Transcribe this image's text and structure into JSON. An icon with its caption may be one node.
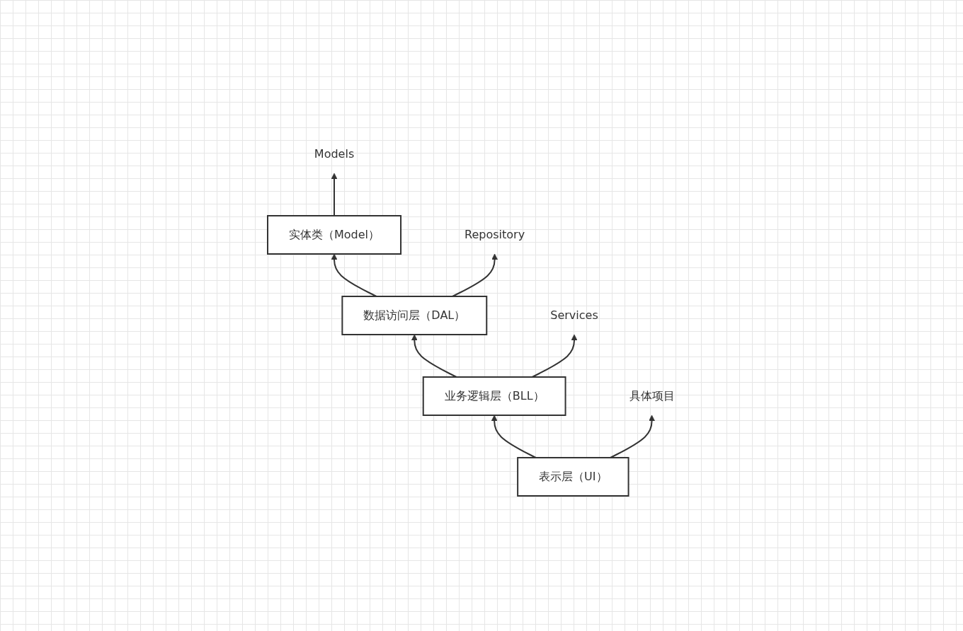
{
  "diagram": {
    "nodes": [
      {
        "text": [
          "实体类（Model）"
        ]
      },
      {
        "text": [
          "Models"
        ]
      },
      {
        "text": [
          "数据访问层（DAL）"
        ]
      },
      {
        "text": [
          "Repository"
        ]
      },
      {
        "text": [
          "业务逻辑层（BLL）"
        ]
      },
      {
        "text": [
          "Services"
        ]
      },
      {
        "text": [
          "表示层（UI）"
        ]
      },
      {
        "text": [
          "具体项目"
        ]
      }
    ],
    "edges": [
      {
        "from": 0,
        "to": 1,
        "arrow": "to"
      },
      {
        "from": 2,
        "to": 0,
        "arrow": "to"
      },
      {
        "from": 2,
        "to": 3,
        "arrow": "to"
      },
      {
        "from": 4,
        "to": 2,
        "arrow": "to"
      },
      {
        "from": 4,
        "to": 5,
        "arrow": "to"
      },
      {
        "from": 6,
        "to": 4,
        "arrow": "to"
      },
      {
        "from": 6,
        "to": 7,
        "arrow": "to"
      }
    ]
  }
}
